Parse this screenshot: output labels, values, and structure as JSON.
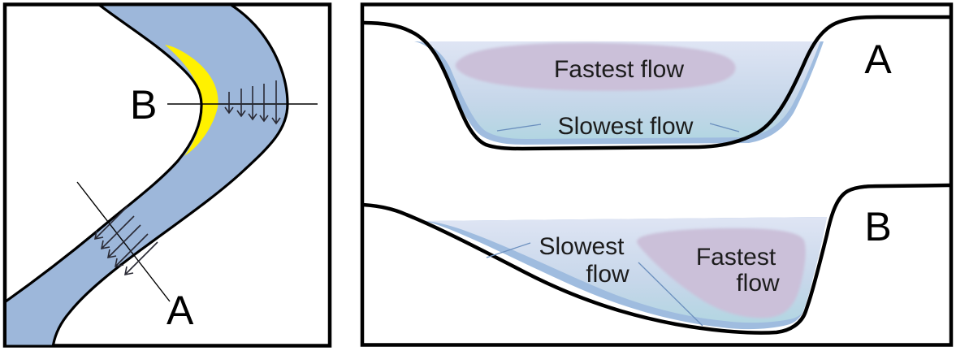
{
  "plan_view": {
    "section_b_label": "B",
    "section_a_label": "A"
  },
  "section_a": {
    "panel_label": "A",
    "fastest_flow_label": "Fastest flow",
    "slowest_flow_label": "Slowest flow"
  },
  "section_b": {
    "panel_label": "B",
    "fastest_flow_line1": "Fastest",
    "fastest_flow_line2": "flow",
    "slowest_flow_line1": "Slowest",
    "slowest_flow_line2": "flow"
  },
  "colors": {
    "river_blue": "#9db7da",
    "point_bar_yellow": "#fff100",
    "water_rim_blue": "#9fbcdf",
    "water_surface_light": "#dfe5f4",
    "water_mid_blue": "#c7d7ea",
    "water_bottom_teal": "#aed5e0",
    "fastest_flow_purple": "#cbc0d9",
    "outline_black": "#000000",
    "pointer_line_blue": "#6b8fbe",
    "arrow_gray": "#2a2a35"
  }
}
